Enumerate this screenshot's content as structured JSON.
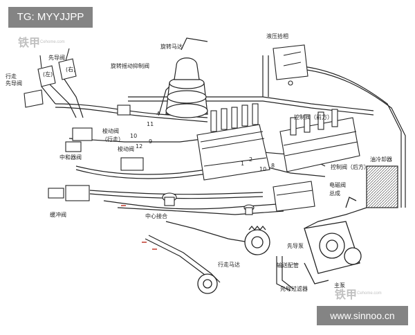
{
  "watermark_top": "TG: MYYJJPP",
  "watermark_bottom": "www.sinnoo.cn",
  "logo": {
    "brand": "铁甲",
    "sub": "Cehome.com"
  },
  "labels": {
    "pilot_valve": "先导阀",
    "left": "(左)",
    "right": "(右)",
    "travel_pilot": "行走\n先导阀",
    "swing_motor": "旋转马达",
    "swing_brake_valve": "旋转摇动抑制阀",
    "hydraulic_lock": "液压拾相",
    "control_valve_front": "控制阀（前方）",
    "control_valve_rear": "控制阀（后方）",
    "shuttle_valve": "梭动阀",
    "travel": "（行走）",
    "shuttle_valve2": "梭动阀",
    "neutralizer": "中和器阀",
    "buffer_valve": "缓冲阀",
    "center_joint": "中心接合",
    "solenoid_valve": "电磁阀",
    "assembly": "总成",
    "oil_cooler": "油冷却器",
    "travel_motor": "行走马达",
    "pilot_pump": "先导泵",
    "delivery_pipe": "输送配管",
    "pilot_filter": "先导过滤器",
    "main_pump": "主泵"
  },
  "numbers": [
    "9",
    "10",
    "11",
    "12",
    "4",
    "10",
    "8",
    "1",
    "2"
  ]
}
